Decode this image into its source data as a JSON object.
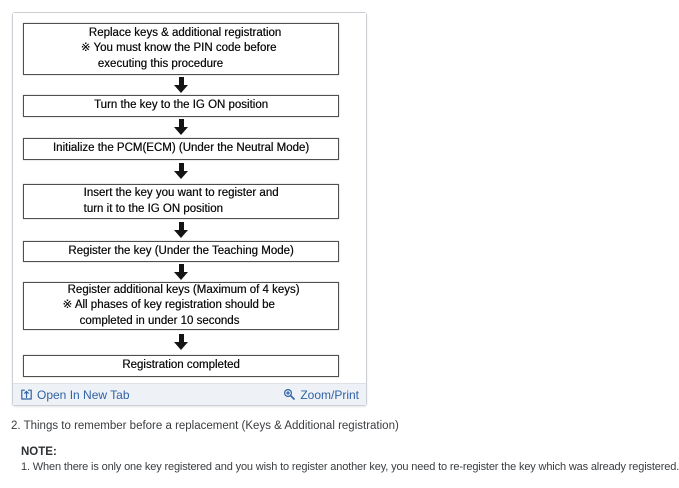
{
  "viewer": {
    "open_in_new_tab_label": "Open In New Tab",
    "zoom_print_label": "Zoom/Print",
    "icons": {
      "open_in_new_tab": "open-in-new-tab-icon",
      "zoom_print": "zoom-in-magnifier-icon"
    },
    "colors": {
      "link_blue": "#2f62a7",
      "toolbar_bg": "#eef1f5",
      "panel_border": "#cbced3",
      "flow_box_border": "#4f4f4f",
      "arrow_black": "#141414"
    }
  },
  "flowchart": {
    "steps": [
      {
        "lines": [
          "Replace keys & additional registration",
          "※ You must know the PIN code before",
          "executing this procedure"
        ]
      },
      {
        "lines": [
          "Turn the key to the IG ON position"
        ]
      },
      {
        "lines": [
          "Initialize the PCM(ECM) (Under the Neutral Mode)"
        ]
      },
      {
        "lines": [
          "Insert the key you want to register and",
          "turn it to the IG ON position"
        ]
      },
      {
        "lines": [
          "Register the key (Under the Teaching Mode)"
        ]
      },
      {
        "lines": [
          "Register additional keys (Maximum of 4 keys)",
          "※ All phases of key registration should be",
          "completed in under 10 seconds"
        ]
      },
      {
        "lines": [
          "Registration completed"
        ]
      }
    ]
  },
  "content": {
    "section_title": "2. Things to remember before a replacement (Keys & Additional registration)",
    "note_label": "NOTE:",
    "note_item": "1. When there is only one key registered and you wish to register another key, you need to re-register the key which was already registered."
  }
}
